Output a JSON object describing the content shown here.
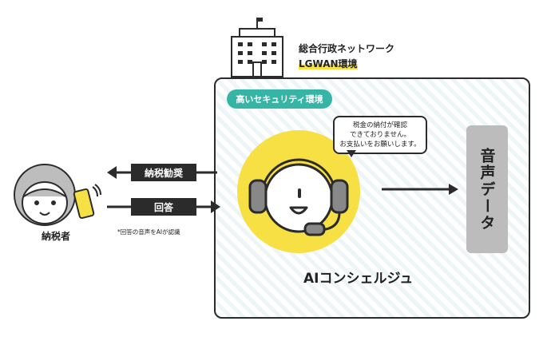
{
  "network": {
    "line1": "総合行政ネットワーク",
    "line2": "LGWAN環境"
  },
  "security_label": "高いセキュリティ環境",
  "speech": {
    "line1": "税金の納付が確認",
    "line2": "できておりません。",
    "line3": "お支払いをお願いします。"
  },
  "voice_data": "音声データ",
  "concierge": "AIコンシェルジュ",
  "arrows": {
    "kanshou": "納税勧奨",
    "kaitou": "回答"
  },
  "note": "*回答の音声をAIが認識",
  "taxpayer": "納税者",
  "colors": {
    "accent_yellow": "#f7e043",
    "teal": "#36b5a6",
    "dark": "#2b2b2b",
    "gray": "#bcbcbc",
    "hatch": "#eef5f6"
  },
  "icons": [
    "building-icon",
    "robot-headset-icon",
    "person-icon",
    "phone-icon",
    "arrow-left-icon",
    "arrow-right-icon"
  ]
}
